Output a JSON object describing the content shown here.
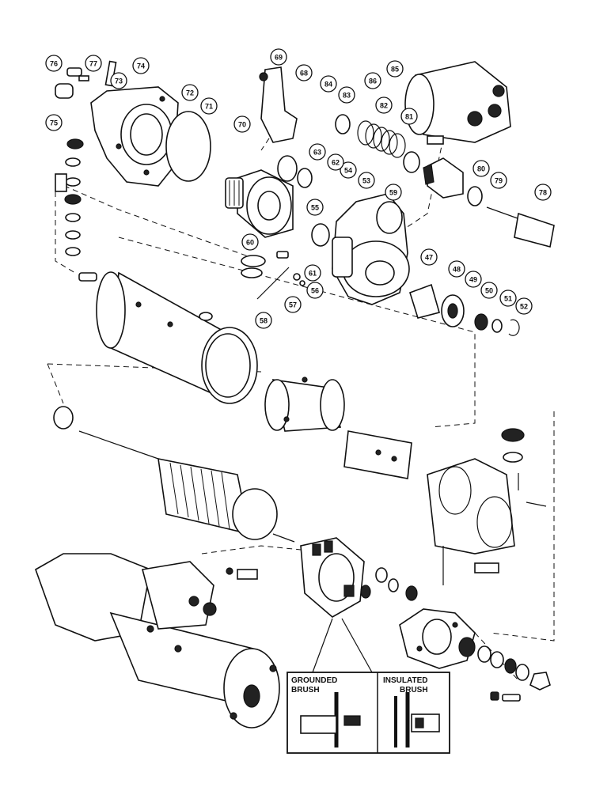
{
  "callouts": [
    "47",
    "48",
    "49",
    "50",
    "51",
    "52",
    "53",
    "54",
    "55",
    "56",
    "57",
    "58",
    "59",
    "60",
    "61",
    "62",
    "63",
    "68",
    "69",
    "70",
    "71",
    "72",
    "73",
    "74",
    "75",
    "76",
    "77",
    "78",
    "79",
    "80",
    "81",
    "82",
    "83",
    "84",
    "85",
    "86"
  ],
  "inset": {
    "grounded_line1": "GROUNDED",
    "grounded_line2": "BRUSH",
    "insulated_line1": "INSULATED",
    "insulated_line2": "BRUSH"
  }
}
